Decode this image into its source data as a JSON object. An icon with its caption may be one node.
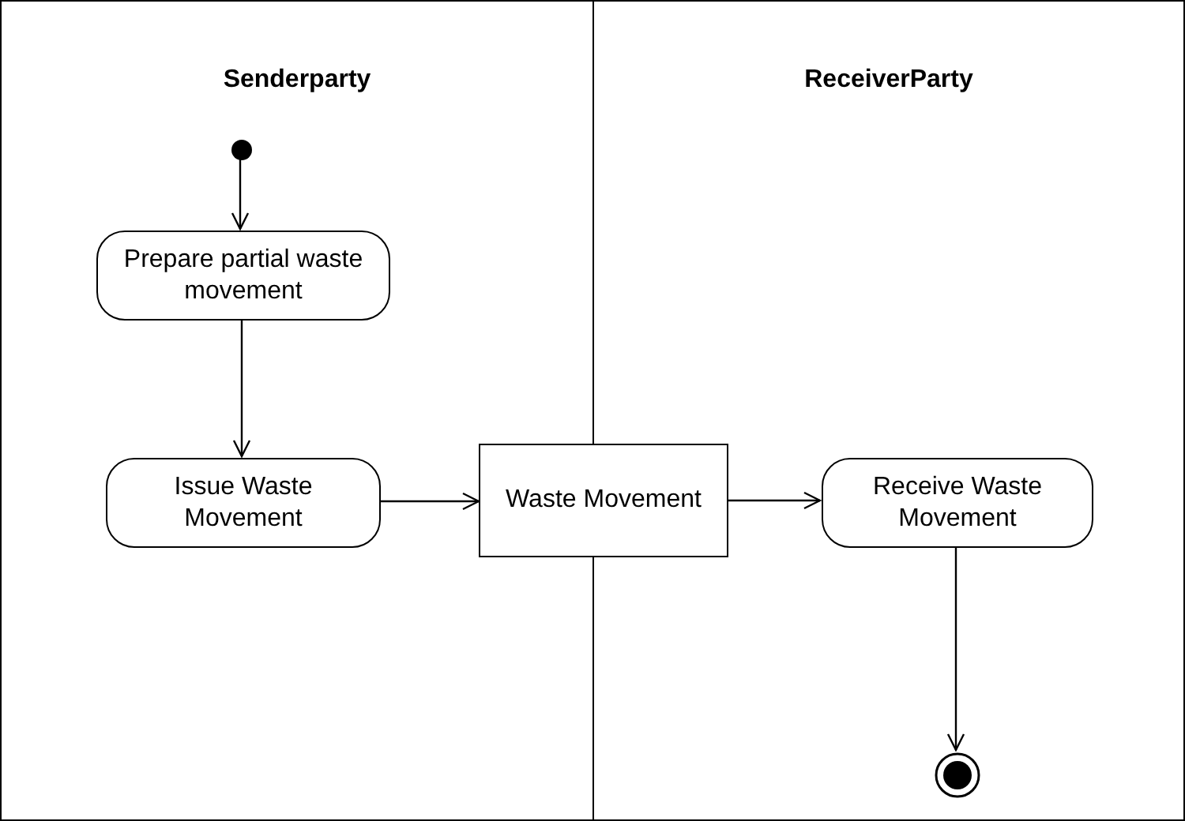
{
  "diagram": {
    "nodes": [
      {
        "text": [
          "Senderparty"
        ]
      },
      {
        "text": [
          "ReceiverParty"
        ]
      },
      {
        "text": [],
        "shape": "circle",
        "in": 0
      },
      {
        "text": [
          "Prepare partial waste movement"
        ],
        "in": 0
      },
      {
        "text": [
          "Issue Waste Movement"
        ],
        "in": 0
      },
      {
        "text": [
          "Waste Movement"
        ]
      },
      {
        "text": [
          "Receive Waste Movement"
        ],
        "in": 1
      },
      {
        "text": [],
        "shape": "bullseye",
        "in": 1
      }
    ],
    "edges": [
      {
        "from": 2,
        "to": 3,
        "arrow": "to"
      },
      {
        "from": 3,
        "to": 4,
        "arrow": "to"
      },
      {
        "from": 4,
        "to": 5,
        "arrow": "to"
      },
      {
        "from": 5,
        "to": 6,
        "arrow": "to"
      },
      {
        "from": 6,
        "to": 7,
        "arrow": "to"
      }
    ]
  }
}
